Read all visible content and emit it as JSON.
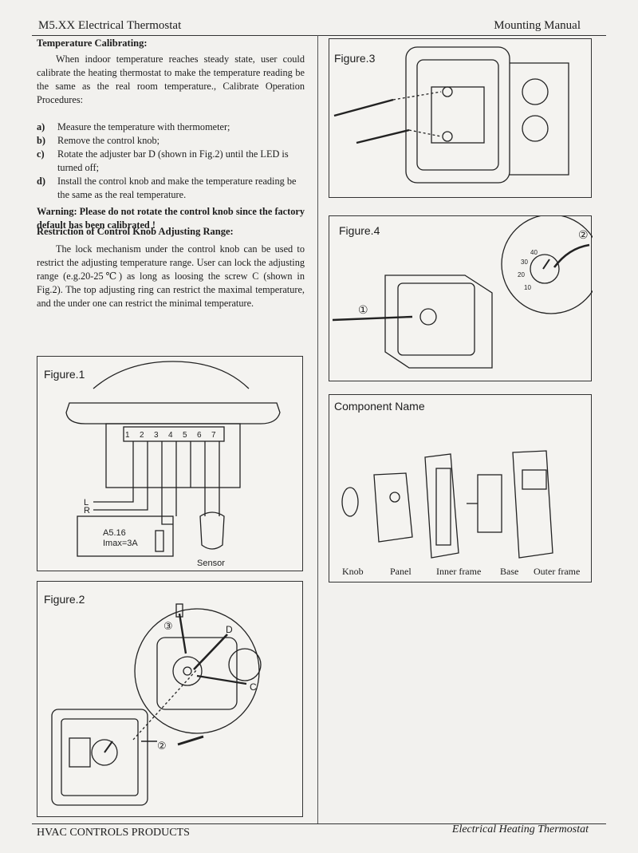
{
  "header": {
    "left_title": "M5.XX Electrical Thermostat",
    "right_title": "Mounting Manual"
  },
  "calibrating": {
    "heading": "Temperature Calibrating:",
    "intro": "When indoor temperature reaches steady state, user could calibrate the heating thermostat to make the temperature reading be the same as the real room temperature., Calibrate Operation Procedures:",
    "steps": [
      {
        "marker": "a)",
        "text": "Measure the temperature with thermometer;"
      },
      {
        "marker": "b)",
        "text": "Remove the control knob;"
      },
      {
        "marker": "c)",
        "text": "Rotate the adjuster bar D (shown in Fig.2) until the LED is turned off;"
      },
      {
        "marker": "d)",
        "text": "Install the control knob and make the temperature reading be the same as the real temperature."
      }
    ],
    "warning": "Warning: Please do not rotate the control knob since the factory default has been calibrated !"
  },
  "restriction": {
    "heading": "Restriction of Control Knob Adjusting Range:",
    "text": "The lock mechanism under the control knob can be used to restrict the adjusting temperature range. User can lock the adjusting range (e.g.20-25℃) as long as loosing the screw C (shown in Fig.2). The top adjusting ring can restrict the maximal temperature, and the under one can restrict the minimal temperature."
  },
  "figure1": {
    "label": "Figure.1",
    "terminals": [
      "1",
      "2",
      "3",
      "4",
      "5",
      "6",
      "7"
    ],
    "wire_l": "L",
    "wire_r": "R",
    "rating_line1": "A5.16",
    "rating_line2": "Imax=3A",
    "sensor_label": "Sensor"
  },
  "figure2": {
    "label": "Figure.2",
    "callout_3": "③",
    "callout_2": "②",
    "letter_d": "D",
    "letter_c": "C"
  },
  "figure3": {
    "label": "Figure.3"
  },
  "figure4": {
    "label": "Figure.4",
    "callout_1": "①",
    "callout_2": "②",
    "dial_ticks": [
      "40",
      "30",
      "20",
      "10"
    ]
  },
  "components": {
    "title": "Component  Name",
    "names": [
      "Knob",
      "Panel",
      "Inner frame",
      "Base",
      "Outer frame"
    ]
  },
  "footer": {
    "left": "HVAC CONTROLS PRODUCTS",
    "right": "Electrical Heating Thermostat"
  }
}
